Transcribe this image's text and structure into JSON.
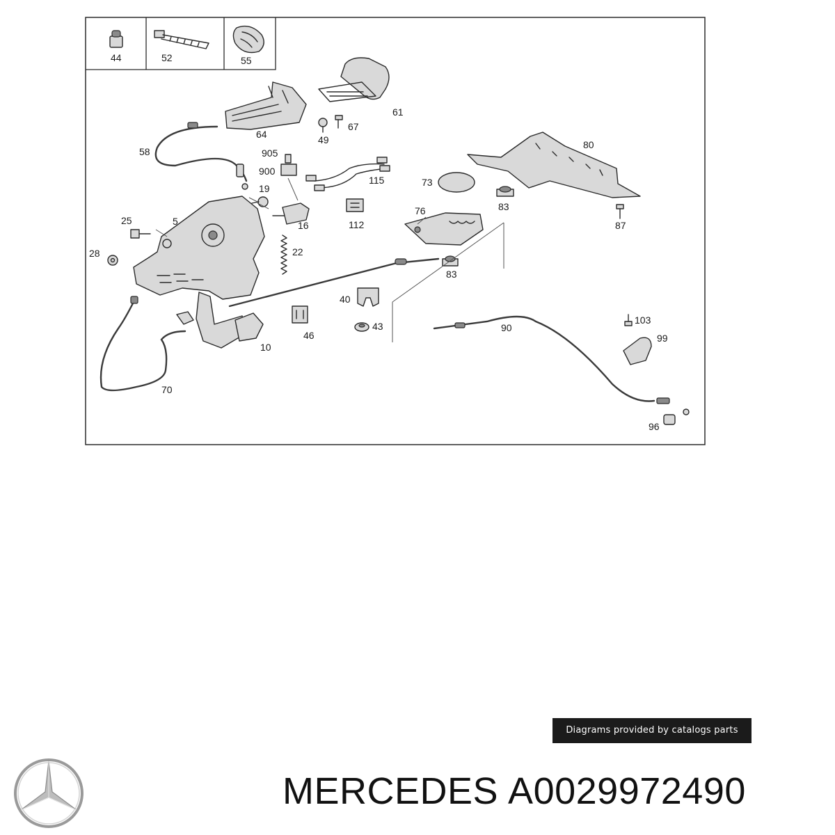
{
  "diagram": {
    "parts": [
      {
        "id": "44",
        "label": "44"
      },
      {
        "id": "52",
        "label": "52"
      },
      {
        "id": "55",
        "label": "55"
      },
      {
        "id": "61",
        "label": "61"
      },
      {
        "id": "64",
        "label": "64"
      },
      {
        "id": "67",
        "label": "67"
      },
      {
        "id": "49",
        "label": "49"
      },
      {
        "id": "58",
        "label": "58"
      },
      {
        "id": "905",
        "label": "905"
      },
      {
        "id": "900",
        "label": "900"
      },
      {
        "id": "115",
        "label": "115"
      },
      {
        "id": "19",
        "label": "19"
      },
      {
        "id": "80",
        "label": "80"
      },
      {
        "id": "73",
        "label": "73"
      },
      {
        "id": "83a",
        "label": "83"
      },
      {
        "id": "25",
        "label": "25"
      },
      {
        "id": "5",
        "label": "5"
      },
      {
        "id": "16",
        "label": "16"
      },
      {
        "id": "112",
        "label": "112"
      },
      {
        "id": "76",
        "label": "76"
      },
      {
        "id": "87",
        "label": "87"
      },
      {
        "id": "28",
        "label": "28"
      },
      {
        "id": "22",
        "label": "22"
      },
      {
        "id": "83b",
        "label": "83"
      },
      {
        "id": "40",
        "label": "40"
      },
      {
        "id": "46",
        "label": "46"
      },
      {
        "id": "43",
        "label": "43"
      },
      {
        "id": "10",
        "label": "10"
      },
      {
        "id": "90",
        "label": "90"
      },
      {
        "id": "103",
        "label": "103"
      },
      {
        "id": "99",
        "label": "99"
      },
      {
        "id": "70",
        "label": "70"
      },
      {
        "id": "96",
        "label": "96"
      }
    ]
  },
  "credit": {
    "text": "Diagrams provided by catalogs parts"
  },
  "footer": {
    "brand": "MERCEDES",
    "part_number": "A0029972490"
  },
  "logo": {
    "icon": "mercedes-star-icon"
  }
}
